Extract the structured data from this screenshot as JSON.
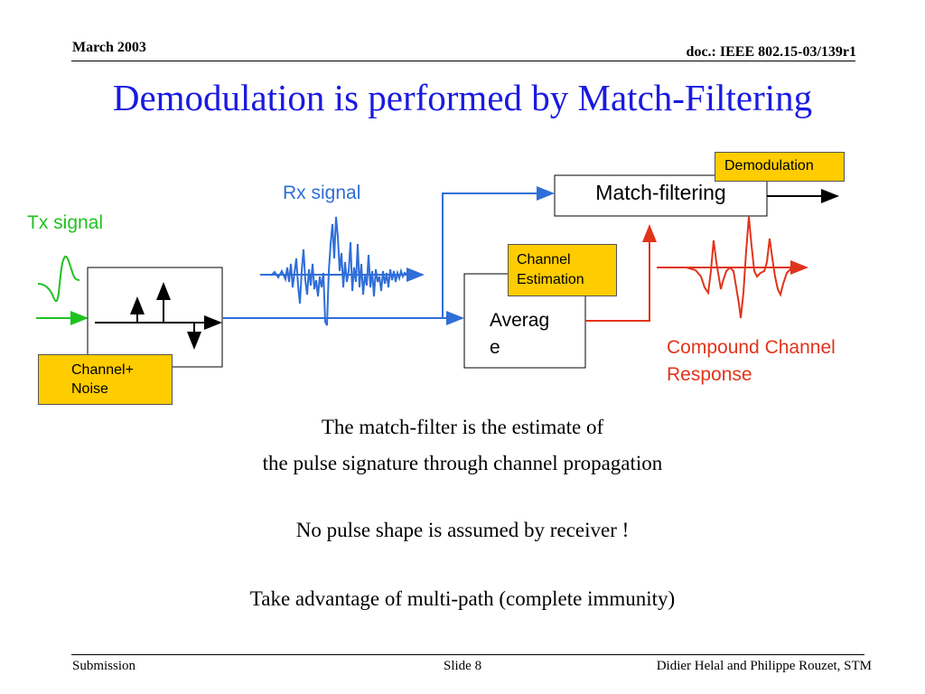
{
  "header": {
    "date": "March 2003",
    "doc": "doc.: IEEE 802.15-03/139r1"
  },
  "title": "Demodulation is performed by Match-Filtering",
  "diagram": {
    "tx_signal": "Tx signal",
    "rx_signal": "Rx signal",
    "channel_noise": [
      "Channel+",
      "Noise"
    ],
    "channel_estimation": [
      "Channel",
      "Estimation"
    ],
    "average": [
      "Averag",
      "e"
    ],
    "match_filtering": "Match-filtering",
    "demodulation": "Demodulation",
    "compound_response": [
      "Compound Channel",
      "Response"
    ],
    "colors": {
      "tx": "#1fc21f",
      "rx": "#2f6ed8",
      "compound": "#e0341b",
      "highlight": "#ffcc00",
      "title": "#1a1ae0"
    }
  },
  "body_text": [
    "The match-filter is the estimate of",
    "the pulse signature through channel propagation",
    "No pulse shape is assumed by receiver !",
    "Take advantage of multi-path (complete immunity)"
  ],
  "footer": {
    "left": "Submission",
    "center": "Slide 8",
    "right": "Didier Helal and Philippe Rouzet, STM"
  }
}
